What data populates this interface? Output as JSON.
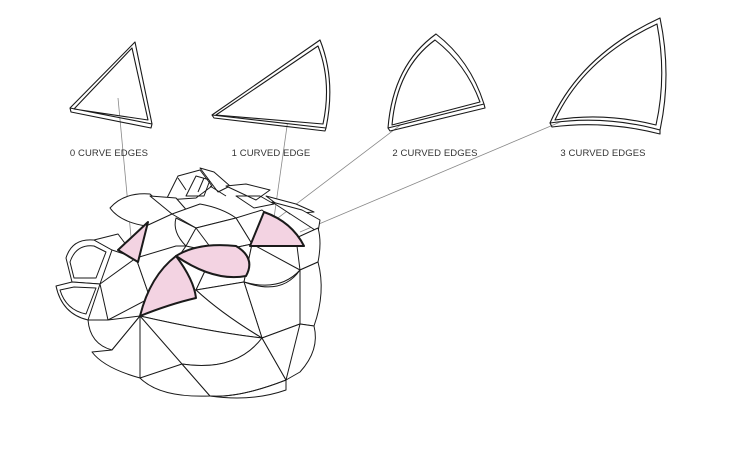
{
  "labels": {
    "zero": "0 CURVE EDGES",
    "one": "1 CURVED EDGE",
    "two": "2 CURVED EDGES",
    "three": "3 CURVED EDGES"
  },
  "colors": {
    "stroke": "#1a1a1a",
    "leader": "#888888",
    "highlight": "#f3d3e2",
    "background": "#ffffff"
  }
}
